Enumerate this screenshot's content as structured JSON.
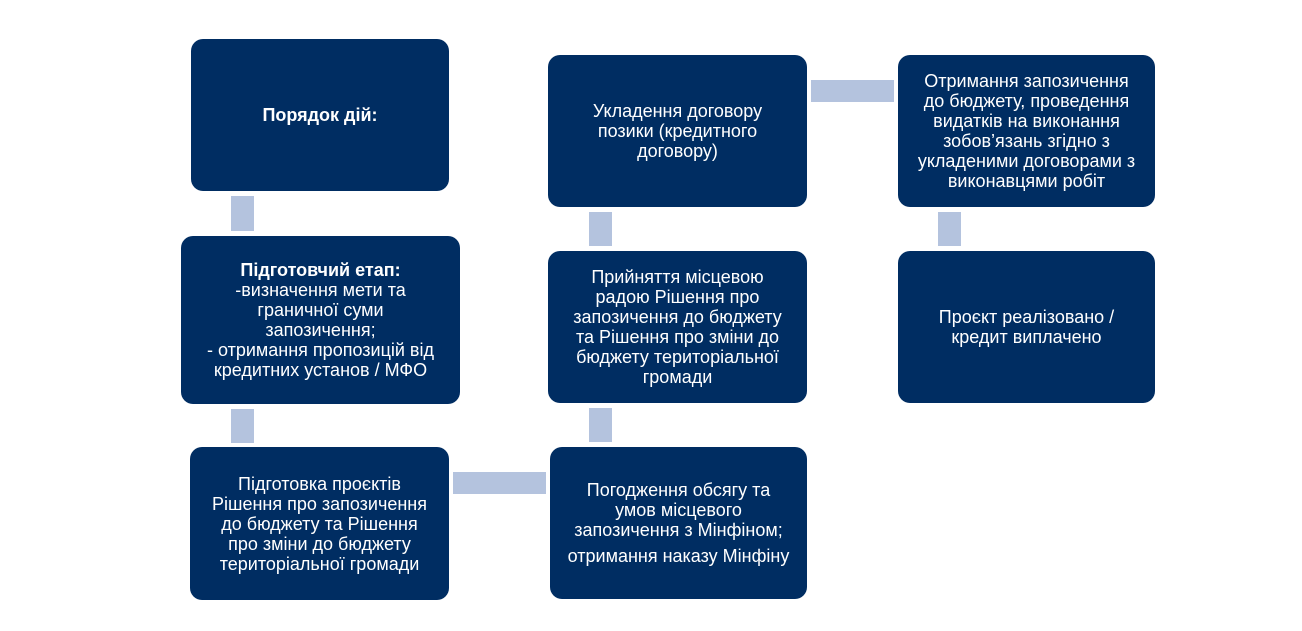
{
  "colors": {
    "box": "#002d62",
    "connector": "#b4c3de",
    "text": "#ffffff"
  },
  "boxes": {
    "order": {
      "title": "Порядок дій:"
    },
    "prep": {
      "title": "Підготовчий етап:",
      "lines": [
        "-визначення мети та",
        "граничної суми",
        "запозичення;",
        "- отримання пропозицій від",
        "кредитних установ / МФО"
      ]
    },
    "drafts": {
      "lines": [
        "Підготовка проєктів",
        "Рішення про запозичення",
        "до бюджету та Рішення",
        "про зміни до бюджету",
        "територіальної громади"
      ]
    },
    "approval": {
      "lines": [
        "Погодження обсягу та",
        "умов місцевого",
        "запозичення з Мінфіном;"
      ],
      "extra": "отримання наказу Мінфіну"
    },
    "council": {
      "lines": [
        "Прийняття місцевою",
        "радою Рішення про",
        "запозичення до бюджету",
        "та Рішення про зміни до",
        "бюджету територіальної",
        "громади"
      ]
    },
    "contract": {
      "lines": [
        "Укладення договору",
        "позики (кредитного",
        "договору)"
      ]
    },
    "receive": {
      "lines": [
        "Отримання запозичення",
        "до бюджету, проведення",
        "видатків на виконання",
        "зобов’язань згідно з",
        "укладеними договорами з",
        "виконавцями робіт"
      ]
    },
    "done": {
      "lines": [
        "Проєкт реалізовано /",
        "кредит виплачено"
      ]
    }
  }
}
